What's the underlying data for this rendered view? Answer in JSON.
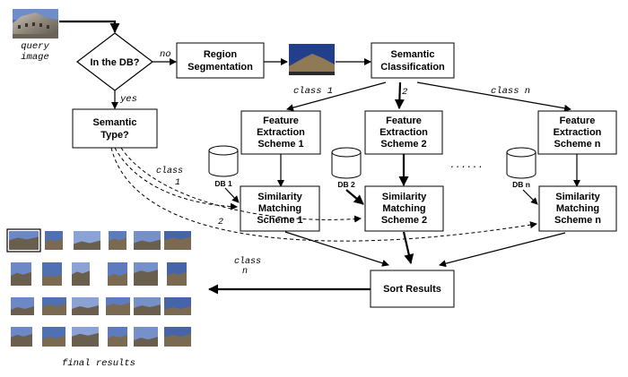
{
  "query_label": [
    "query",
    "image"
  ],
  "decision": "In the DB?",
  "no_label": "no",
  "yes_label": "yes",
  "region_segmentation": [
    "Region",
    "Segmentation"
  ],
  "semantic_classification": [
    "Semantic",
    "Classification"
  ],
  "semantic_type": [
    "Semantic",
    "Type?"
  ],
  "class_1": "class 1",
  "class_2": "2",
  "class_n": "class n",
  "feature_1": [
    "Feature",
    "Extraction",
    "Scheme 1"
  ],
  "feature_2": [
    "Feature",
    "Extraction",
    "Scheme 2"
  ],
  "feature_n": [
    "Feature",
    "Extraction",
    "Scheme n"
  ],
  "db_1": "DB 1",
  "db_2": "DB 2",
  "db_n": "DB n",
  "ellipsis": "......",
  "sim_1": [
    "Similarity",
    "Matching",
    "Scheme 1"
  ],
  "sim_2": [
    "Similarity",
    "Matching",
    "Scheme 2"
  ],
  "sim_n": [
    "Similarity",
    "Matching",
    "Scheme n"
  ],
  "dashed_class": [
    "class",
    "1"
  ],
  "dashed_2": "2",
  "dashed_class_n": [
    "class",
    "n"
  ],
  "sort_results": "Sort Results",
  "final_results": "final results",
  "colors": {
    "line": "#000000",
    "box_fill": "#ffffff",
    "sky": "#3a5fa8",
    "segment_sky": "#1f3f8f",
    "segment_ground": "#8a7350"
  }
}
